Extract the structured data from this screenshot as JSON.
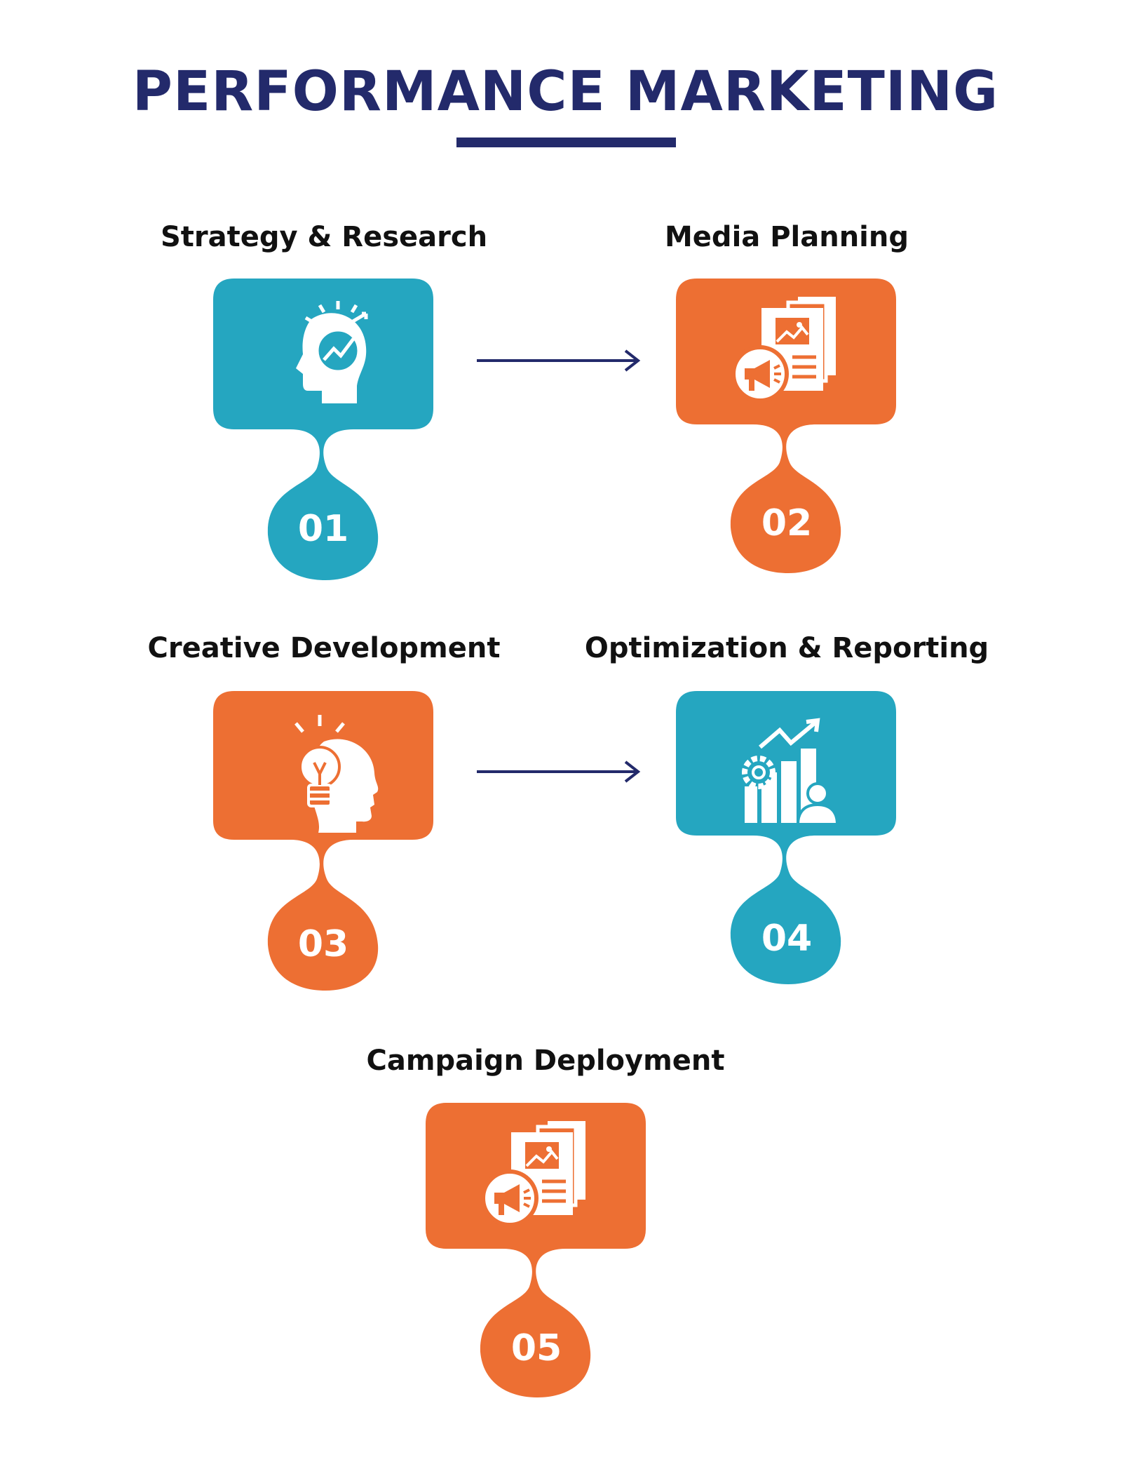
{
  "title": "PERFORMANCE MARKETING",
  "colors": {
    "navy": "#232a6b",
    "teal": "#25a6c0",
    "orange": "#ed6f33"
  },
  "steps": [
    {
      "number": "01",
      "label": "Strategy & Research",
      "color": "#25a6c0",
      "icon": "head-growth-icon"
    },
    {
      "number": "02",
      "label": "Media Planning",
      "color": "#ed6f33",
      "icon": "media-documents-icon"
    },
    {
      "number": "03",
      "label": "Creative Development",
      "color": "#ed6f33",
      "icon": "head-lightbulb-icon"
    },
    {
      "number": "04",
      "label": "Optimization & Reporting",
      "color": "#25a6c0",
      "icon": "analytics-chart-icon"
    },
    {
      "number": "05",
      "label": "Campaign Deployment",
      "color": "#ed6f33",
      "icon": "media-documents-icon"
    }
  ]
}
